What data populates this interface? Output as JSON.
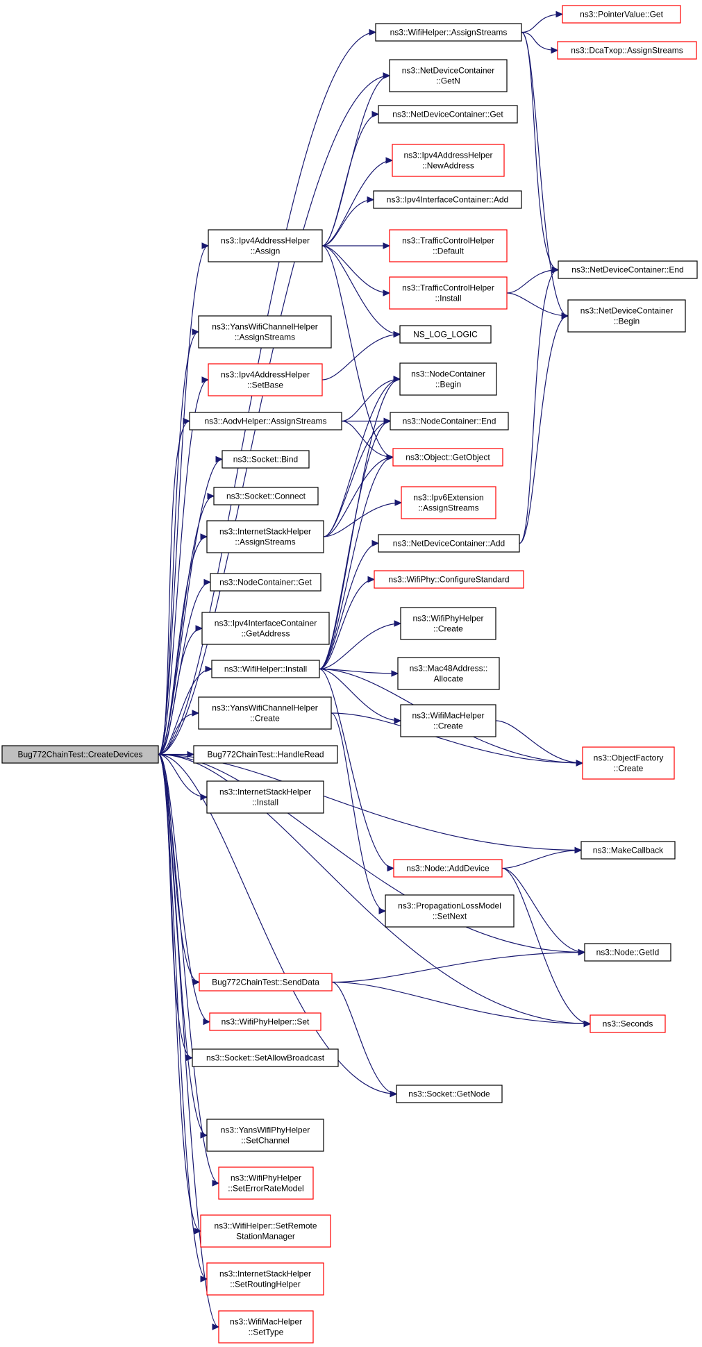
{
  "diagram": {
    "colors": {
      "edge": "#191970",
      "red_border": "#ff0000",
      "black_border": "#000000",
      "root_fill": "#bfbfbf"
    },
    "nodes": [
      {
        "id": "root",
        "lines": [
          "Bug772ChainTest::CreateDevices"
        ],
        "style": "root"
      },
      {
        "id": "wifiAssignStreams",
        "lines": [
          "ns3::WifiHelper::AssignStreams"
        ],
        "style": "black"
      },
      {
        "id": "pointerValueGet",
        "lines": [
          "ns3::PointerValue::Get"
        ],
        "style": "red"
      },
      {
        "id": "dcaTxopAssignStreams",
        "lines": [
          "ns3::DcaTxop::AssignStreams"
        ],
        "style": "red"
      },
      {
        "id": "ndcGetN",
        "lines": [
          "ns3::NetDeviceContainer",
          "::GetN"
        ],
        "style": "black"
      },
      {
        "id": "ndcGet",
        "lines": [
          "ns3::NetDeviceContainer::Get"
        ],
        "style": "black"
      },
      {
        "id": "ipv4NewAddress",
        "lines": [
          "ns3::Ipv4AddressHelper",
          "::NewAddress"
        ],
        "style": "red"
      },
      {
        "id": "ipv4IcAdd",
        "lines": [
          "ns3::Ipv4InterfaceContainer::Add"
        ],
        "style": "black"
      },
      {
        "id": "ipv4Assign",
        "lines": [
          "ns3::Ipv4AddressHelper",
          "::Assign"
        ],
        "style": "black"
      },
      {
        "id": "tchDefault",
        "lines": [
          "ns3::TrafficControlHelper",
          "::Default"
        ],
        "style": "red"
      },
      {
        "id": "tchInstall",
        "lines": [
          "ns3::TrafficControlHelper",
          "::Install"
        ],
        "style": "red"
      },
      {
        "id": "ndcEnd",
        "lines": [
          "ns3::NetDeviceContainer::End"
        ],
        "style": "black"
      },
      {
        "id": "ndcBegin",
        "lines": [
          "ns3::NetDeviceContainer",
          "::Begin"
        ],
        "style": "black"
      },
      {
        "id": "yansChAssignStreams",
        "lines": [
          "ns3::YansWifiChannelHelper",
          "::AssignStreams"
        ],
        "style": "black"
      },
      {
        "id": "nsLogLogic",
        "lines": [
          "NS_LOG_LOGIC"
        ],
        "style": "black"
      },
      {
        "id": "ipv4SetBase",
        "lines": [
          "ns3::Ipv4AddressHelper",
          "::SetBase"
        ],
        "style": "red"
      },
      {
        "id": "ncBegin",
        "lines": [
          "ns3::NodeContainer",
          "::Begin"
        ],
        "style": "black"
      },
      {
        "id": "aodvAssignStreams",
        "lines": [
          "ns3::AodvHelper::AssignStreams"
        ],
        "style": "black"
      },
      {
        "id": "ncEnd",
        "lines": [
          "ns3::NodeContainer::End"
        ],
        "style": "black"
      },
      {
        "id": "socketBind",
        "lines": [
          "ns3::Socket::Bind"
        ],
        "style": "black"
      },
      {
        "id": "objectGetObject",
        "lines": [
          "ns3::Object::GetObject"
        ],
        "style": "red"
      },
      {
        "id": "socketConnect",
        "lines": [
          "ns3::Socket::Connect"
        ],
        "style": "black"
      },
      {
        "id": "ipv6ExtAssignStreams",
        "lines": [
          "ns3::Ipv6Extension",
          "::AssignStreams"
        ],
        "style": "red"
      },
      {
        "id": "ishAssignStreams",
        "lines": [
          "ns3::InternetStackHelper",
          "::AssignStreams"
        ],
        "style": "black"
      },
      {
        "id": "ndcAdd",
        "lines": [
          "ns3::NetDeviceContainer::Add"
        ],
        "style": "black"
      },
      {
        "id": "ncGet",
        "lines": [
          "ns3::NodeContainer::Get"
        ],
        "style": "black"
      },
      {
        "id": "wifiPhyConfigStd",
        "lines": [
          "ns3::WifiPhy::ConfigureStandard"
        ],
        "style": "red"
      },
      {
        "id": "ipv4IcGetAddress",
        "lines": [
          "ns3::Ipv4InterfaceContainer",
          "::GetAddress"
        ],
        "style": "black"
      },
      {
        "id": "wifiPhyHelperCreate",
        "lines": [
          "ns3::WifiPhyHelper",
          "::Create"
        ],
        "style": "black"
      },
      {
        "id": "wifiInstall",
        "lines": [
          "ns3::WifiHelper::Install"
        ],
        "style": "black"
      },
      {
        "id": "mac48Allocate",
        "lines": [
          "ns3::Mac48Address::",
          "Allocate"
        ],
        "style": "black"
      },
      {
        "id": "yansChCreate",
        "lines": [
          "ns3::YansWifiChannelHelper",
          "::Create"
        ],
        "style": "black"
      },
      {
        "id": "wifiMacHelperCreate",
        "lines": [
          "ns3::WifiMacHelper",
          "::Create"
        ],
        "style": "black"
      },
      {
        "id": "handleRead",
        "lines": [
          "Bug772ChainTest::HandleRead"
        ],
        "style": "black"
      },
      {
        "id": "objFactoryCreate",
        "lines": [
          "ns3::ObjectFactory",
          "::Create"
        ],
        "style": "red"
      },
      {
        "id": "ishInstall",
        "lines": [
          "ns3::InternetStackHelper",
          "::Install"
        ],
        "style": "black"
      },
      {
        "id": "makeCallback",
        "lines": [
          "ns3::MakeCallback"
        ],
        "style": "black"
      },
      {
        "id": "nodeAddDevice",
        "lines": [
          "ns3::Node::AddDevice"
        ],
        "style": "red"
      },
      {
        "id": "plmSetNext",
        "lines": [
          "ns3::PropagationLossModel",
          "::SetNext"
        ],
        "style": "black"
      },
      {
        "id": "nodeGetId",
        "lines": [
          "ns3::Node::GetId"
        ],
        "style": "black"
      },
      {
        "id": "sendData",
        "lines": [
          "Bug772ChainTest::SendData"
        ],
        "style": "red"
      },
      {
        "id": "seconds",
        "lines": [
          "ns3::Seconds"
        ],
        "style": "red"
      },
      {
        "id": "wifiPhyHelperSet",
        "lines": [
          "ns3::WifiPhyHelper::Set"
        ],
        "style": "red"
      },
      {
        "id": "socketSetAllowBroadcast",
        "lines": [
          "ns3::Socket::SetAllowBroadcast"
        ],
        "style": "black"
      },
      {
        "id": "socketGetNode",
        "lines": [
          "ns3::Socket::GetNode"
        ],
        "style": "black"
      },
      {
        "id": "yansPhySetChannel",
        "lines": [
          "ns3::YansWifiPhyHelper",
          "::SetChannel"
        ],
        "style": "black"
      },
      {
        "id": "wifiPhySetErrorRateModel",
        "lines": [
          "ns3::WifiPhyHelper",
          "::SetErrorRateModel"
        ],
        "style": "red"
      },
      {
        "id": "wifiSetRemoteStationManager",
        "lines": [
          "ns3::WifiHelper::SetRemote",
          "StationManager"
        ],
        "style": "red"
      },
      {
        "id": "ishSetRoutingHelper",
        "lines": [
          "ns3::InternetStackHelper",
          "::SetRoutingHelper"
        ],
        "style": "red"
      },
      {
        "id": "wifiMacSetType",
        "lines": [
          "ns3::WifiMacHelper",
          "::SetType"
        ],
        "style": "red"
      }
    ],
    "edges": [
      [
        "root",
        "wifiAssignStreams"
      ],
      [
        "root",
        "ndcGetN"
      ],
      [
        "root",
        "ipv4Assign"
      ],
      [
        "root",
        "yansChAssignStreams"
      ],
      [
        "root",
        "ipv4SetBase"
      ],
      [
        "root",
        "aodvAssignStreams"
      ],
      [
        "root",
        "socketBind"
      ],
      [
        "root",
        "socketConnect"
      ],
      [
        "root",
        "ishAssignStreams"
      ],
      [
        "root",
        "ncGet"
      ],
      [
        "root",
        "ipv4IcGetAddress"
      ],
      [
        "root",
        "wifiInstall"
      ],
      [
        "root",
        "yansChCreate"
      ],
      [
        "root",
        "handleRead"
      ],
      [
        "root",
        "ishInstall"
      ],
      [
        "root",
        "makeCallback"
      ],
      [
        "root",
        "nodeGetId"
      ],
      [
        "root",
        "sendData"
      ],
      [
        "root",
        "seconds"
      ],
      [
        "root",
        "wifiPhyHelperSet"
      ],
      [
        "root",
        "socketSetAllowBroadcast"
      ],
      [
        "root",
        "socketGetNode"
      ],
      [
        "root",
        "yansPhySetChannel"
      ],
      [
        "root",
        "wifiPhySetErrorRateModel"
      ],
      [
        "root",
        "wifiSetRemoteStationManager"
      ],
      [
        "root",
        "ishSetRoutingHelper"
      ],
      [
        "root",
        "wifiMacSetType"
      ],
      [
        "wifiAssignStreams",
        "pointerValueGet"
      ],
      [
        "wifiAssignStreams",
        "dcaTxopAssignStreams"
      ],
      [
        "wifiAssignStreams",
        "ndcEnd"
      ],
      [
        "wifiAssignStreams",
        "ndcBegin"
      ],
      [
        "ipv4Assign",
        "ndcGetN"
      ],
      [
        "ipv4Assign",
        "ndcGet"
      ],
      [
        "ipv4Assign",
        "ipv4NewAddress"
      ],
      [
        "ipv4Assign",
        "ipv4IcAdd"
      ],
      [
        "ipv4Assign",
        "tchDefault"
      ],
      [
        "ipv4Assign",
        "tchInstall"
      ],
      [
        "ipv4Assign",
        "nsLogLogic"
      ],
      [
        "ipv4Assign",
        "objectGetObject"
      ],
      [
        "tchInstall",
        "ndcEnd"
      ],
      [
        "tchInstall",
        "ndcBegin"
      ],
      [
        "ipv4SetBase",
        "nsLogLogic"
      ],
      [
        "aodvAssignStreams",
        "ncBegin"
      ],
      [
        "aodvAssignStreams",
        "ncEnd"
      ],
      [
        "aodvAssignStreams",
        "objectGetObject"
      ],
      [
        "ishAssignStreams",
        "ncBegin"
      ],
      [
        "ishAssignStreams",
        "ncEnd"
      ],
      [
        "ishAssignStreams",
        "objectGetObject"
      ],
      [
        "ishAssignStreams",
        "ipv6ExtAssignStreams"
      ],
      [
        "ndcAdd",
        "ndcEnd"
      ],
      [
        "ndcAdd",
        "ndcBegin"
      ],
      [
        "wifiInstall",
        "ncBegin"
      ],
      [
        "wifiInstall",
        "ncEnd"
      ],
      [
        "wifiInstall",
        "objectGetObject"
      ],
      [
        "wifiInstall",
        "ndcAdd"
      ],
      [
        "wifiInstall",
        "wifiPhyConfigStd"
      ],
      [
        "wifiInstall",
        "wifiPhyHelperCreate"
      ],
      [
        "wifiInstall",
        "mac48Allocate"
      ],
      [
        "wifiInstall",
        "wifiMacHelperCreate"
      ],
      [
        "wifiInstall",
        "objFactoryCreate"
      ],
      [
        "wifiInstall",
        "nodeAddDevice"
      ],
      [
        "yansChCreate",
        "objFactoryCreate"
      ],
      [
        "yansChCreate",
        "plmSetNext"
      ],
      [
        "wifiMacHelperCreate",
        "objFactoryCreate"
      ],
      [
        "nodeAddDevice",
        "makeCallback"
      ],
      [
        "nodeAddDevice",
        "nodeGetId"
      ],
      [
        "nodeAddDevice",
        "seconds"
      ],
      [
        "sendData",
        "nodeGetId"
      ],
      [
        "sendData",
        "seconds"
      ],
      [
        "sendData",
        "socketGetNode"
      ]
    ]
  }
}
